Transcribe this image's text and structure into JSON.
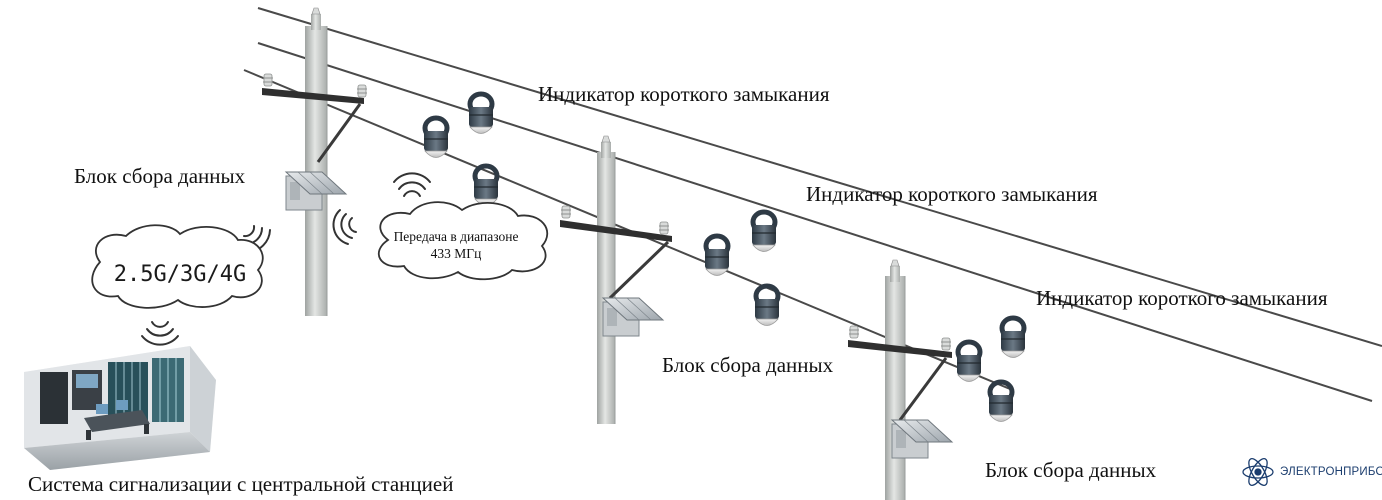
{
  "labels": {
    "indicator_1": "Индикатор короткого замыкания",
    "indicator_2": "Индикатор короткого замыкания",
    "indicator_3": "Индикатор короткого замыкания",
    "collector_1": "Блок сбора данных",
    "collector_2": "Блок сбора данных",
    "collector_3": "Блок сбора данных",
    "central_station": "Система сигнализации с центральной станцией"
  },
  "radio_bubble": {
    "line1": "Передача в диапазоне",
    "line2": "433 МГц"
  },
  "network_bubble": "2.5G/3G/4G",
  "brand": {
    "name": "ЭЛЕКТРОНПРИБОР"
  },
  "colors": {
    "pole": "#c9cbc9",
    "wire": "#4a4a4a",
    "sensor": "#4d5a66",
    "panel": "#cfd3d6",
    "brand": "#1b3d6e"
  }
}
